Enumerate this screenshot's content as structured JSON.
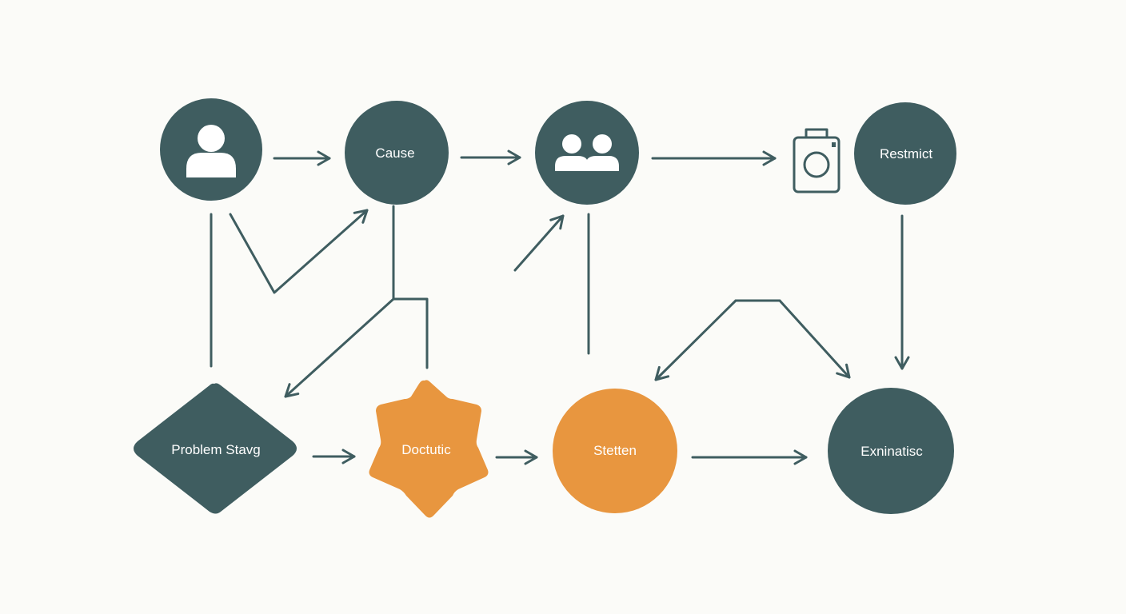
{
  "colors": {
    "dark": "#3f5d60",
    "orange": "#e8963f",
    "edge": "#3f5d60",
    "background": "#fbfbf8",
    "label": "#ffffff"
  },
  "nodes": {
    "person": {
      "icon": "person-icon",
      "label": ""
    },
    "cause": {
      "label": "Cause"
    },
    "group": {
      "icon": "group-icon",
      "label": ""
    },
    "camera": {
      "icon": "camera-icon",
      "label": ""
    },
    "restrict": {
      "label": "Restmict"
    },
    "problem": {
      "label": "Problem Stavg"
    },
    "doctutic": {
      "label": "Doctutic"
    },
    "stetten": {
      "label": "Stetten"
    },
    "exninatisc": {
      "label": "Exninatisc"
    }
  }
}
